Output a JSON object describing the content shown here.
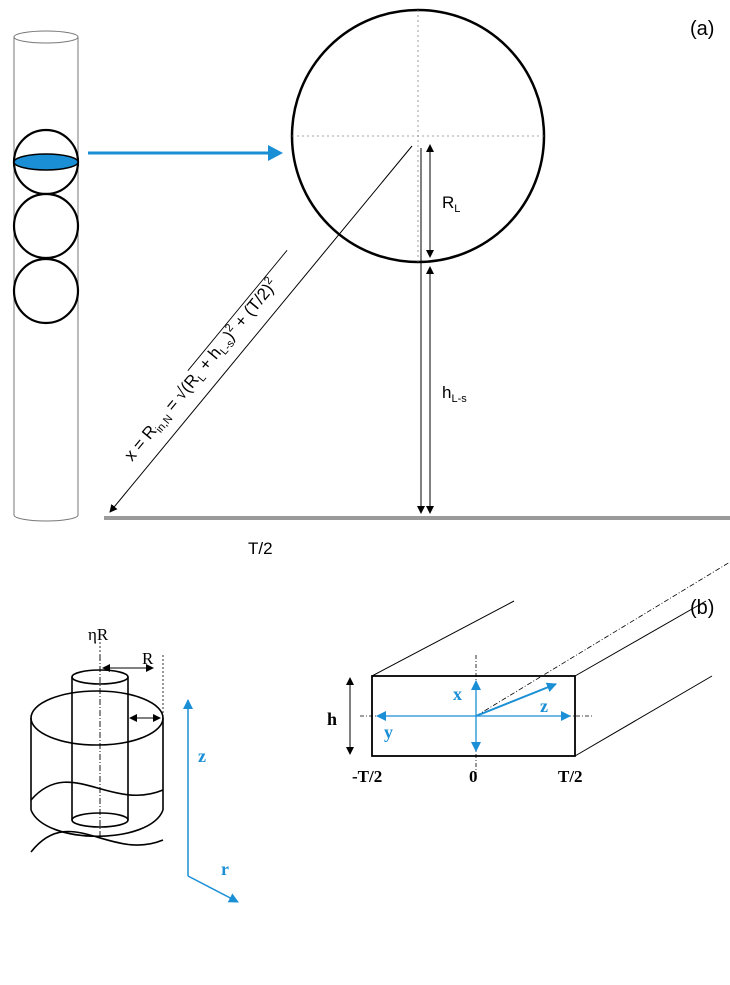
{
  "panel_a": {
    "label": "(a)",
    "radius_label": "R",
    "radius_sub": "L",
    "height_label": "h",
    "height_sub": "L-s",
    "half_width_label": "T/2",
    "formula": {
      "p1": "x = R",
      "s1": "in,N",
      "p2": " = √(R",
      "s2": "L",
      "p3": " + h",
      "s3": "L-s",
      "p4": ")",
      "sup1": "2",
      "p5": " + (T/2)",
      "sup2": "2"
    }
  },
  "panel_b": {
    "label": "(b)",
    "eta_r_label": "ηR",
    "r_label": "R",
    "z_axis_label": "z",
    "r_axis_label": "r",
    "h_label": "h",
    "x_label": "x",
    "y_label": "y",
    "z_label": "z",
    "neg_half_label": "-T/2",
    "zero_label": "0",
    "pos_half_label": "T/2"
  },
  "colors": {
    "accent": "#1a8fd6",
    "ink": "#000000",
    "ground": "#9a9a9a",
    "guide": "#999999"
  }
}
